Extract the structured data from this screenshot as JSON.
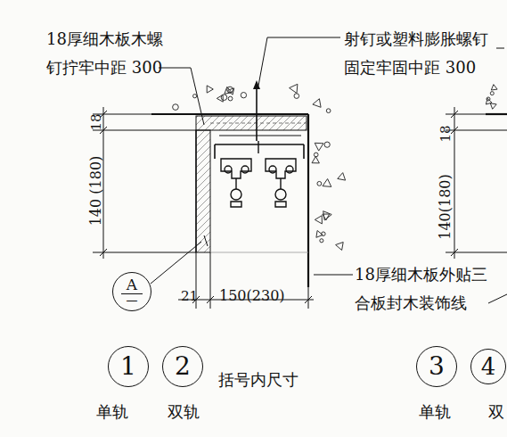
{
  "diagram": {
    "nodes": [
      {
        "text": [
          "A",
          "—"
        ]
      },
      {
        "text": [
          "1"
        ]
      },
      {
        "text": [
          "2"
        ]
      },
      {
        "text": [
          "3"
        ]
      },
      {
        "text": [
          "4"
        ]
      }
    ],
    "labels": [
      "18厚细木板木螺 钉拧牢中距 300",
      "射钉或塑料膨胀螺钉 固定牢固中距 300",
      "18",
      "140 (180)",
      "21",
      "150(230)",
      "18",
      "140(180)",
      "18厚细木板外贴三 合板封木装饰线",
      "括号内尺寸",
      "单轨",
      "双轨",
      "单轨",
      "双"
    ]
  }
}
